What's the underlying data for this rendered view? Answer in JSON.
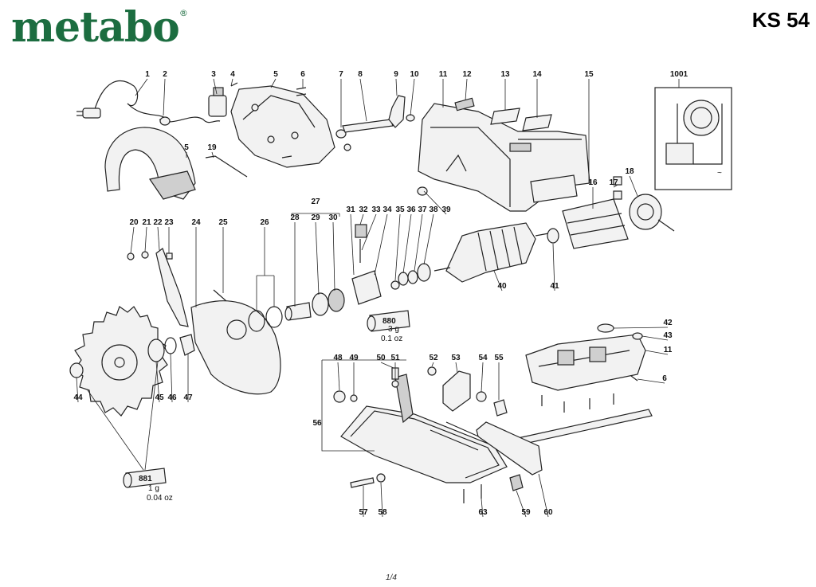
{
  "header": {
    "brand": "metabo",
    "registered_mark": "®",
    "model": "KS 54"
  },
  "footer": {
    "page": "1/4"
  },
  "callouts": [
    "1",
    "2",
    "3",
    "4",
    "5",
    "6",
    "7",
    "8",
    "9",
    "10",
    "11",
    "12",
    "13",
    "14",
    "15",
    "1001",
    "5",
    "19",
    "18",
    "17",
    "16",
    "27",
    "20",
    "21",
    "22",
    "23",
    "24",
    "25",
    "26",
    "28",
    "29",
    "30",
    "31",
    "32",
    "33",
    "34",
    "35",
    "36",
    "37",
    "38",
    "39",
    "40",
    "41",
    "42",
    "43",
    "11",
    "6",
    "44",
    "45",
    "46",
    "47",
    "48",
    "49",
    "50",
    "51",
    "52",
    "53",
    "54",
    "55",
    "56",
    "57",
    "58",
    "63",
    "59",
    "60"
  ],
  "lubricants": [
    {
      "code": "880",
      "weight": "3 g",
      "ounces": "0.1 oz"
    },
    {
      "code": "881",
      "weight": "1 g",
      "ounces": "0.04 oz"
    }
  ],
  "inset_symbol": "~",
  "colors": {
    "brand": "#1c6d40",
    "line": "#222222"
  }
}
